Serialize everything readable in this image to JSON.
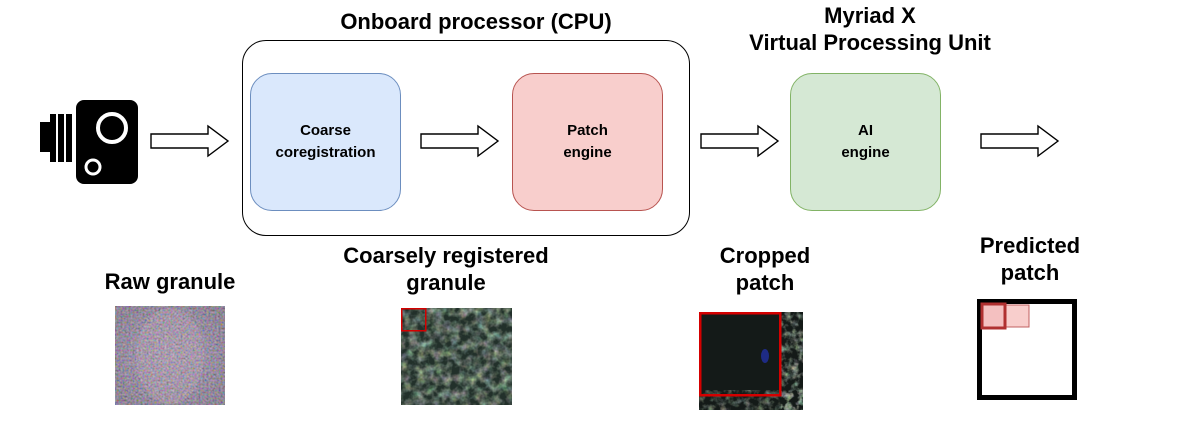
{
  "cpu_label": "Onboard processor (CPU)",
  "vpu_label": {
    "line1": "Myriad X",
    "line2": "Virtual Processing Unit"
  },
  "blocks": {
    "coreg": {
      "line1": "Coarse",
      "line2": "coregistration",
      "fill": "#dae8fc",
      "stroke": "#6c8ebf"
    },
    "patch": {
      "line1": "Patch",
      "line2": "engine",
      "fill": "#f8cecc",
      "stroke": "#b85450"
    },
    "ai": {
      "line1": "AI",
      "line2": "engine",
      "fill": "#d5e8d4",
      "stroke": "#82b366"
    }
  },
  "captions": {
    "raw": "Raw granule",
    "coarse": {
      "line1": "Coarsely registered",
      "line2": "granule"
    },
    "cropped": {
      "line1": "Cropped",
      "line2": "patch"
    },
    "predicted": {
      "line1": "Predicted",
      "line2": "patch"
    }
  },
  "icons": [
    "camera-icon",
    "arrow-right-icon"
  ],
  "colors": {
    "highlight_red": "#d40000",
    "patch_fill": "#f8cecc",
    "patch_stroke": "#b03030"
  }
}
